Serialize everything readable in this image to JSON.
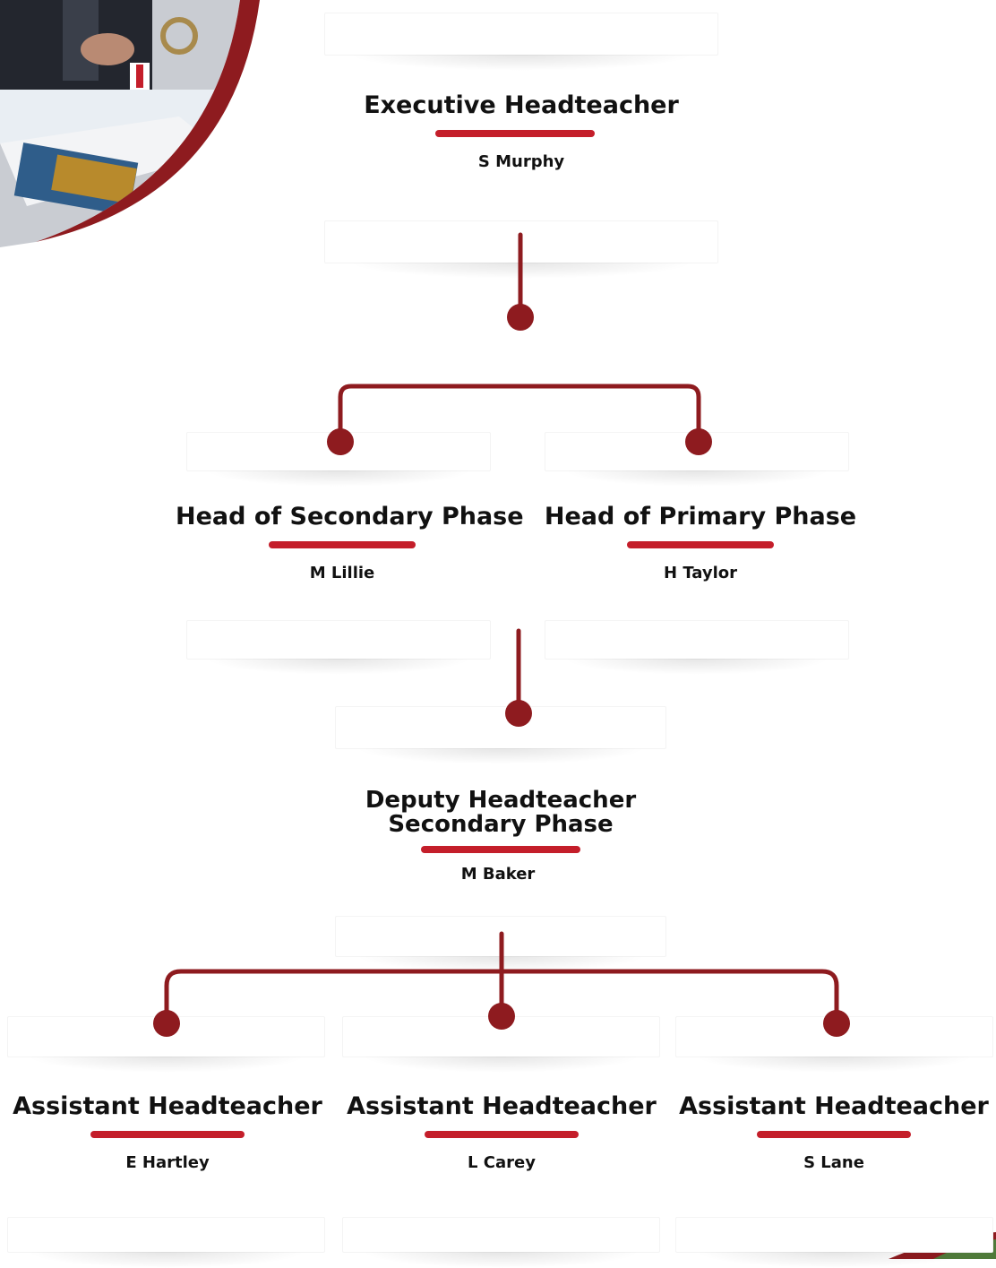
{
  "colors": {
    "accent_red": "#c41e2a",
    "connector_red": "#8e1b1f",
    "text": "#111111",
    "background": "#ffffff"
  },
  "chart": {
    "executive": {
      "role": "Executive Headteacher",
      "name": "S Murphy"
    },
    "phase_heads": [
      {
        "role": "Head of Secondary Phase",
        "name": "M Lillie"
      },
      {
        "role": "Head of Primary Phase",
        "name": "H Taylor"
      }
    ],
    "deputy": {
      "role_line1": "Deputy Headteacher",
      "role_line2": "Secondary Phase",
      "name": "M Baker"
    },
    "assistants": [
      {
        "role": "Assistant Headteacher",
        "name": "E Hartley"
      },
      {
        "role": "Assistant Headteacher",
        "name": "L Carey"
      },
      {
        "role": "Assistant Headteacher",
        "name": "S Lane"
      }
    ]
  }
}
